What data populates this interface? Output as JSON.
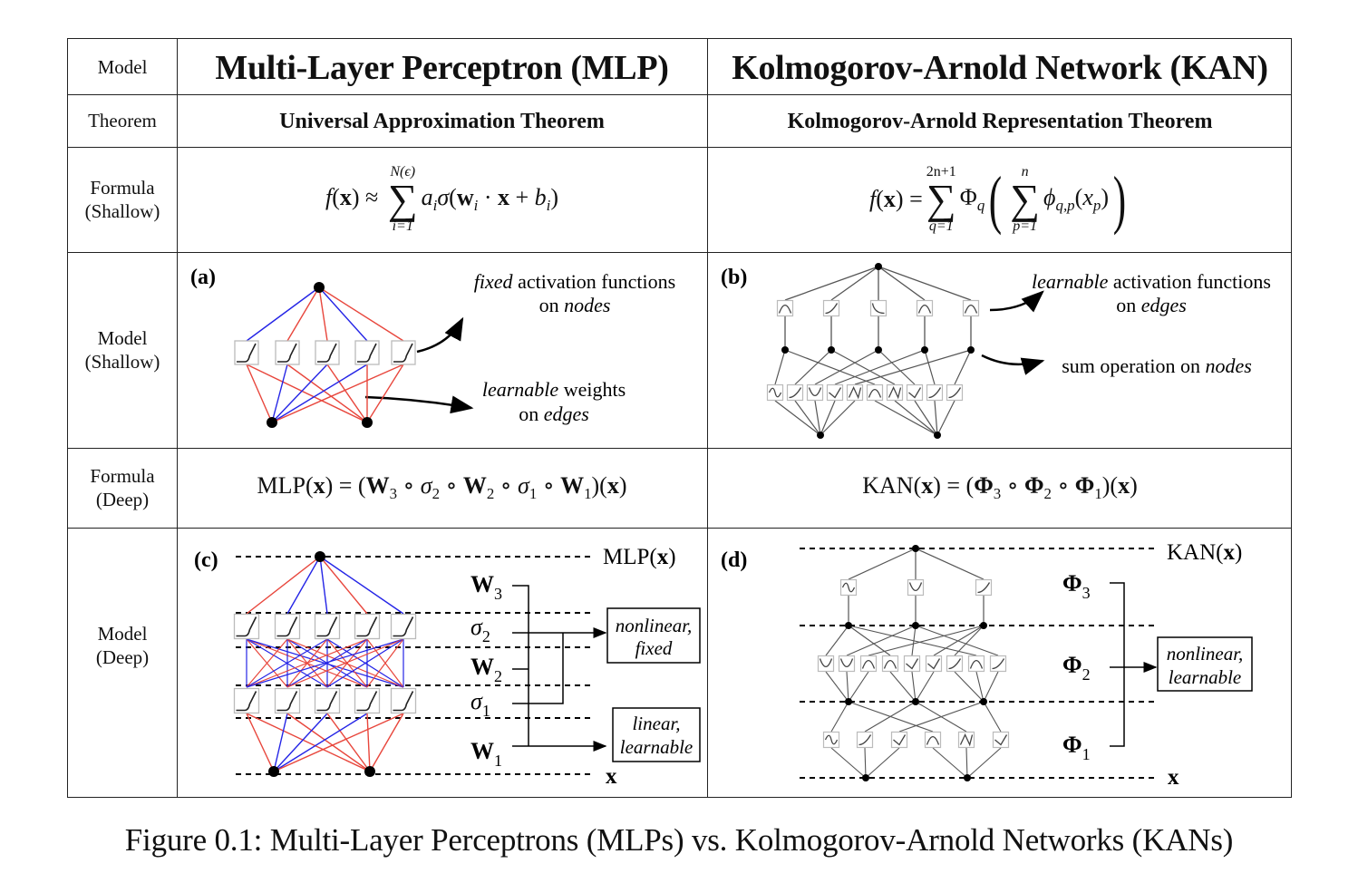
{
  "row_labels": {
    "model": "Model",
    "theorem": "Theorem",
    "formula_shallow": [
      "Formula",
      "(Shallow)"
    ],
    "model_shallow": [
      "Model",
      "(Shallow)"
    ],
    "formula_deep": [
      "Formula",
      "(Deep)"
    ],
    "model_deep": [
      "Model",
      "(Deep)"
    ]
  },
  "mlp": {
    "title": "Multi-Layer Perceptron (MLP)",
    "theorem": "Universal Approximation Theorem",
    "formula_shallow": {
      "lhs": "f",
      "arg": "x",
      "rel": "≈",
      "sum_upper": "N(ϵ)",
      "sum_lower": "i=1",
      "term_a": "a",
      "term_a_sub": "i",
      "sigma": "σ",
      "w": "w",
      "w_sub": "i",
      "dot": "·",
      "x": "x",
      "plus": "+",
      "b": "b",
      "b_sub": "i"
    },
    "panel_shallow": {
      "label": "(a)",
      "annotation_top_italic": "fixed",
      "annotation_top_rest": " activation functions",
      "annotation_top_line2_pre": "on ",
      "annotation_top_line2_italic": "nodes",
      "annotation_bottom_italic": "learnable",
      "annotation_bottom_rest": " weights",
      "annotation_bottom_line2_pre": "on ",
      "annotation_bottom_line2_italic": "edges"
    },
    "formula_deep": {
      "name": "MLP",
      "x": "x",
      "W": "W",
      "sigma": "σ",
      "compose": "∘",
      "subs": [
        "3",
        "2",
        "2",
        "1",
        "1"
      ]
    },
    "panel_deep": {
      "label": "(c)",
      "output_label_pre": "MLP(",
      "output_label_x": "x",
      "output_label_post": ")",
      "input_label": "x",
      "layers": [
        {
          "sym": "W",
          "sub": "3",
          "bold": true
        },
        {
          "sym": "σ",
          "sub": "2",
          "bold": false
        },
        {
          "sym": "W",
          "sub": "2",
          "bold": true
        },
        {
          "sym": "σ",
          "sub": "1",
          "bold": false
        },
        {
          "sym": "W",
          "sub": "1",
          "bold": true
        }
      ],
      "box_nonlinear": [
        "nonlinear,",
        "fixed"
      ],
      "box_linear": [
        "linear,",
        "learnable"
      ]
    }
  },
  "kan": {
    "title": "Kolmogorov-Arnold Network (KAN)",
    "theorem": "Kolmogorov-Arnold Representation Theorem",
    "formula_shallow": {
      "lhs": "f",
      "arg": "x",
      "rel": "=",
      "outer_upper": "2n+1",
      "outer_lower": "q=1",
      "Phi": "Φ",
      "Phi_sub": "q",
      "inner_upper": "n",
      "inner_lower": "p=1",
      "phi": "ϕ",
      "phi_sub": "q,p",
      "xp": "x",
      "xp_sub": "p"
    },
    "panel_shallow": {
      "label": "(b)",
      "annotation_top_italic": "learnable",
      "annotation_top_rest": " activation functions",
      "annotation_top_line2_pre": "on ",
      "annotation_top_line2_italic": "edges",
      "annotation_bottom_pre": "sum operation on ",
      "annotation_bottom_italic": "nodes"
    },
    "formula_deep": {
      "name": "KAN",
      "x": "x",
      "Phi": "Φ",
      "compose": "∘",
      "subs": [
        "3",
        "2",
        "1"
      ]
    },
    "panel_deep": {
      "label": "(d)",
      "output_label_pre": "KAN(",
      "output_label_x": "x",
      "output_label_post": ")",
      "input_label": "x",
      "layers": [
        {
          "sym": "Φ",
          "sub": "3"
        },
        {
          "sym": "Φ",
          "sub": "2"
        },
        {
          "sym": "Φ",
          "sub": "1"
        }
      ],
      "box": [
        "nonlinear,",
        "learnable"
      ]
    }
  },
  "colors": {
    "positive_weight": "#e8463c",
    "negative_weight": "#2424e6",
    "kan_edge": "#555555",
    "node": "#000000",
    "activation_box": "#bbbbbb"
  },
  "caption": "Figure 0.1: Multi-Layer Perceptrons (MLPs) vs. Kolmogorov-Arnold Networks (KANs)"
}
